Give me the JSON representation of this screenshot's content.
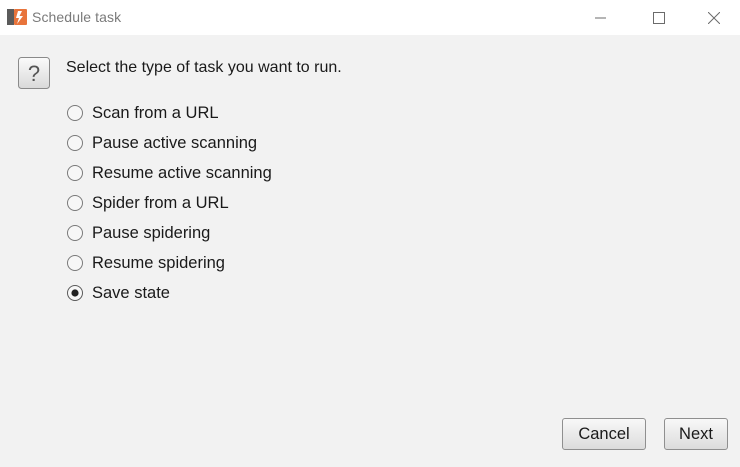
{
  "window": {
    "title": "Schedule task",
    "app_icon": "burp-app-icon",
    "controls": {
      "minimize_icon": "minimize-icon",
      "maximize_icon": "maximize-icon",
      "close_icon": "close-icon"
    }
  },
  "dialog": {
    "icon": "question-icon",
    "prompt": "Select the type of task you want to run.",
    "options": [
      {
        "label": "Scan from a URL",
        "selected": false
      },
      {
        "label": "Pause active scanning",
        "selected": false
      },
      {
        "label": "Resume active scanning",
        "selected": false
      },
      {
        "label": "Spider from a URL",
        "selected": false
      },
      {
        "label": "Pause spidering",
        "selected": false
      },
      {
        "label": "Resume spidering",
        "selected": false
      },
      {
        "label": "Save state",
        "selected": true
      }
    ],
    "buttons": {
      "cancel_label": "Cancel",
      "next_label": "Next"
    }
  },
  "colors": {
    "accent": "#e8743b",
    "window_bg": "#f2f2f2",
    "titlebar_bg": "#ffffff"
  }
}
